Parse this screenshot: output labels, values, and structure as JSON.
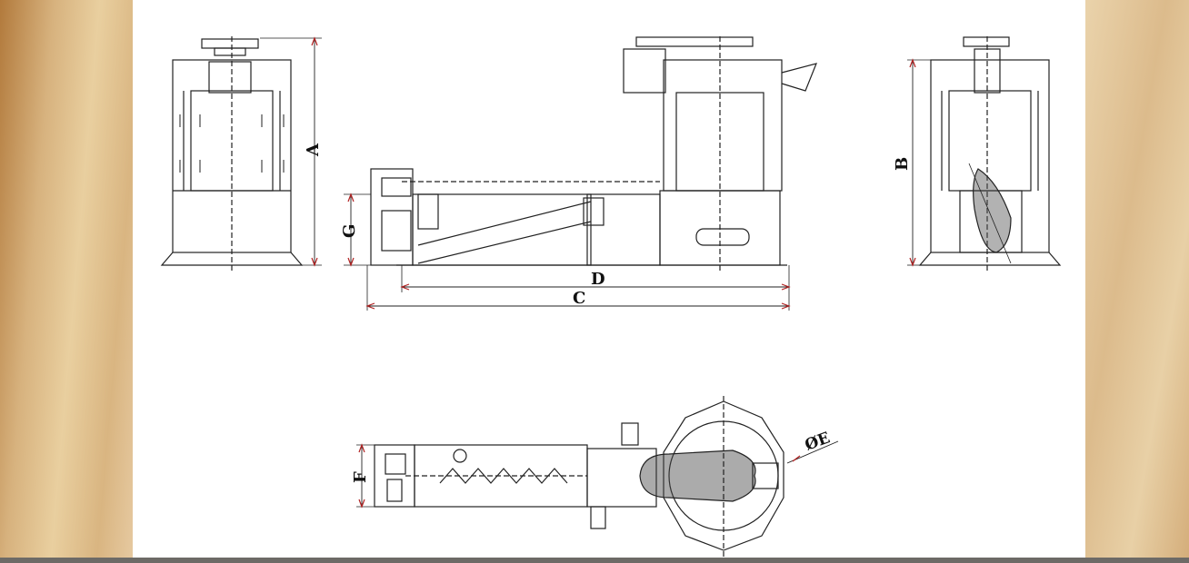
{
  "labels": {
    "A": "A",
    "B": "B",
    "C": "C",
    "D": "D",
    "G": "G",
    "F": "F",
    "E": "ØE"
  },
  "colors": {
    "line": "#222222",
    "dim": "#b22222",
    "sheet": "#ffffff"
  }
}
